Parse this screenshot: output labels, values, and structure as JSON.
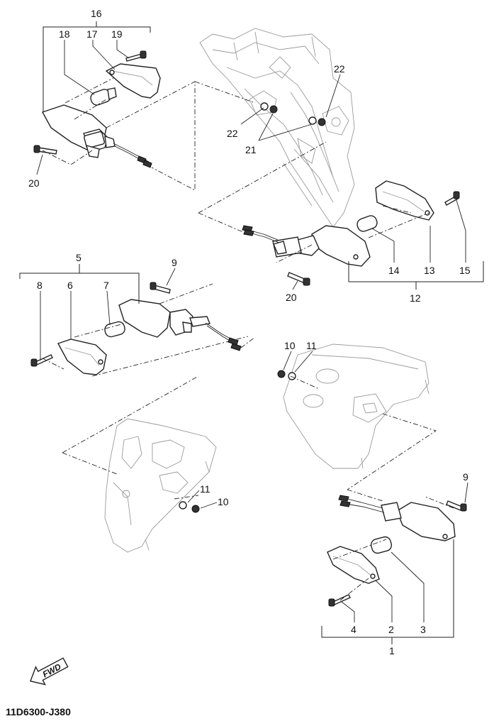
{
  "drawing_code": "11D6300-J380",
  "fwd_label": "FWD",
  "labels": {
    "l16": "16",
    "l17": "17",
    "l18": "18",
    "l19": "19",
    "l20a": "20",
    "l22a": "22",
    "l22b": "22",
    "l21": "21",
    "l14": "14",
    "l13": "13",
    "l15": "15",
    "l20b": "20",
    "l12": "12",
    "l5": "5",
    "l8": "8",
    "l6": "6",
    "l7": "7",
    "l9a": "9",
    "l10a": "10",
    "l11a": "11",
    "l11b": "11",
    "l10b": "10",
    "l9b": "9",
    "l4": "4",
    "l2": "2",
    "l3": "3",
    "l1": "1"
  }
}
